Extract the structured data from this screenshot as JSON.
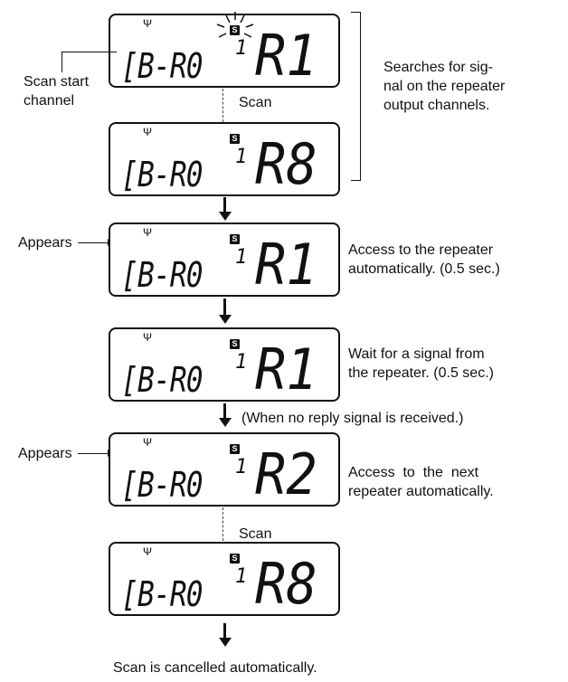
{
  "lcd": {
    "antenna": "Ψ",
    "segments": "[B-R0",
    "one_digit": "1",
    "s_badge": "S",
    "panels": [
      {
        "channel": "R1"
      },
      {
        "channel": "R8"
      },
      {
        "channel": "R1"
      },
      {
        "channel": "R1"
      },
      {
        "channel": "R2"
      },
      {
        "channel": "R8"
      }
    ]
  },
  "labels": {
    "scan_start": "Scan start\nchannel",
    "scan": "Scan",
    "searches": "Searches for sig-\nnal on the repeater\noutput channels.",
    "appears": "Appears",
    "access_auto": "Access to the repeater\nautomatically. (0.5 sec.)",
    "wait": "Wait for a signal from\nthe repeater. (0.5 sec.)",
    "no_reply": "(When no reply signal is received.)",
    "access_next": "Access  to  the  next\nrepeater automatically.",
    "scan2": "Scan",
    "cancelled": "Scan is cancelled automatically.",
    "tx_icon": "↗"
  }
}
